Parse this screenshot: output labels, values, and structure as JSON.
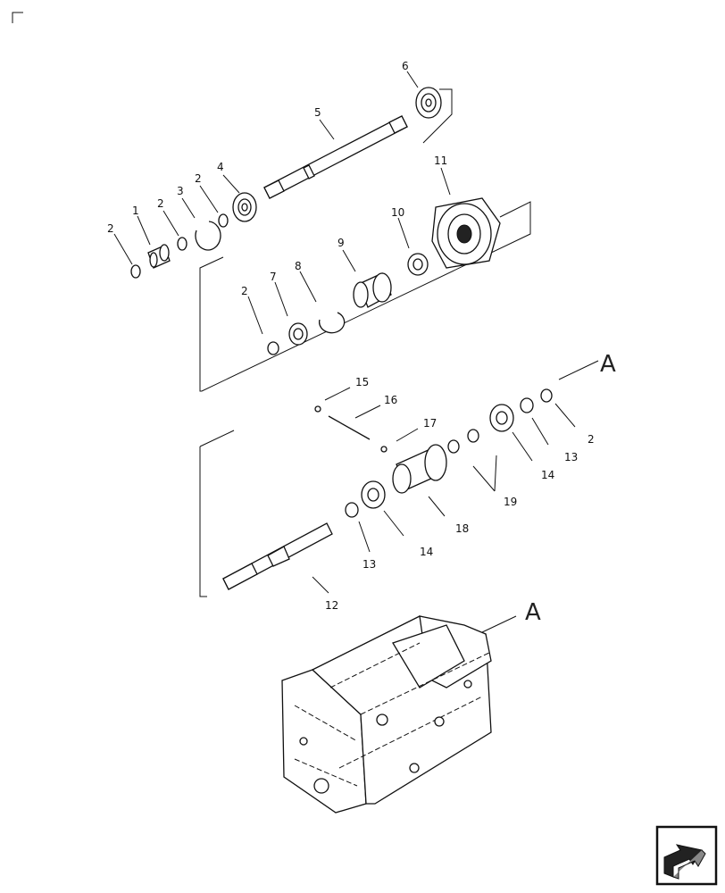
{
  "diagram": {
    "callouts": [
      "1",
      "2",
      "3",
      "4",
      "5",
      "6",
      "7",
      "8",
      "9",
      "10",
      "11",
      "12",
      "13",
      "14",
      "15",
      "16",
      "17",
      "18",
      "19"
    ],
    "reference_letter": "A",
    "nav_icon": "next-page-arrow-icon"
  },
  "labels": {
    "l1": "1",
    "l2a": "2",
    "l2b": "2",
    "l2c": "2",
    "l2d": "2",
    "l2e": "2",
    "l3": "3",
    "l4": "4",
    "l5": "5",
    "l6": "6",
    "l7": "7",
    "l8": "8",
    "l9": "9",
    "l10": "10",
    "l11": "11",
    "l12": "12",
    "l13a": "13",
    "l13b": "13",
    "l14a": "14",
    "l14b": "14",
    "l15": "15",
    "l16": "16",
    "l17": "17",
    "l18": "18",
    "l19": "19",
    "A1": "A",
    "A2": "A"
  }
}
